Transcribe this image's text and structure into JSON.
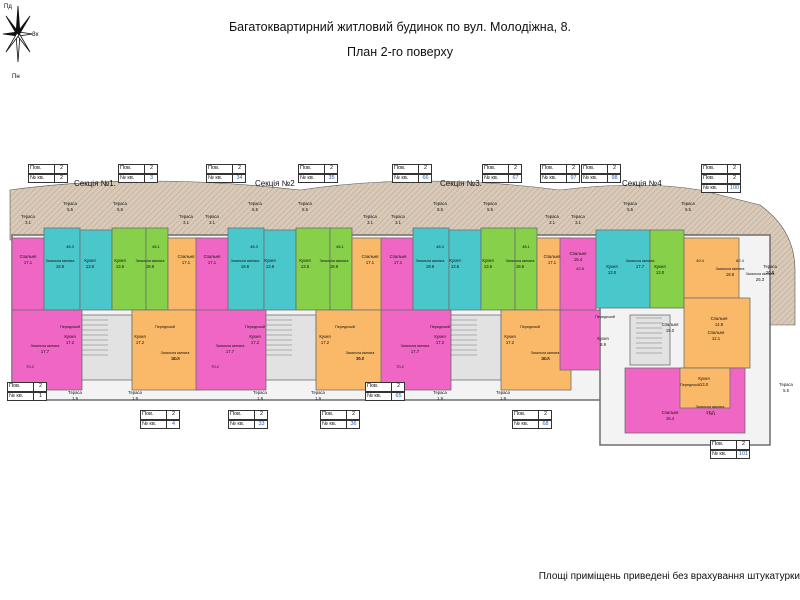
{
  "header": {
    "title": "Багатоквартирний житловий будинок по вул. Молодіжна, 8.",
    "subtitle": "План 2-го поверху"
  },
  "compass": {
    "nw": "Пд",
    "e": "Зх",
    "s": "Пн"
  },
  "footnote": "Площі приміщень приведені без врахування штукатурки",
  "sections": [
    "Секція №1.",
    "Секція №2",
    "Секція №3.",
    "Секція №4"
  ],
  "tag_labels": {
    "floor": "Пов.",
    "apt": "№ кв."
  },
  "tags": [
    {
      "floor": "2",
      "apt": "2"
    },
    {
      "floor": "2",
      "apt": "3"
    },
    {
      "floor": "2",
      "apt": "34"
    },
    {
      "floor": "2",
      "apt": "35"
    },
    {
      "floor": "2",
      "apt": "66"
    },
    {
      "floor": "2",
      "apt": "67"
    },
    {
      "floor": "2",
      "apt": "97"
    },
    {
      "floor": "2",
      "apt": "98"
    },
    {
      "floor": "2",
      "apt": "99"
    },
    {
      "floor": "2",
      "apt": "100"
    },
    {
      "floor": "2",
      "apt": "1"
    },
    {
      "floor": "2",
      "apt": "4"
    },
    {
      "floor": "2",
      "apt": "33"
    },
    {
      "floor": "2",
      "apt": "36"
    },
    {
      "floor": "2",
      "apt": "65"
    },
    {
      "floor": "2",
      "apt": "68"
    },
    {
      "floor": "2",
      "apt": "101"
    }
  ],
  "room_labels": {
    "terrace": "Тераса",
    "bedroom": "Спальня",
    "living": "Загальна кімната",
    "kitchen": "Кухня",
    "hall": "Передпокій"
  },
  "room_values": {
    "terraces_top": [
      "3.1",
      "5.5",
      "5.5",
      "3.1",
      "3.1",
      "5.5",
      "5.5",
      "3.1",
      "3.1",
      "5.5",
      "5.5",
      "3.1",
      "3.1",
      "5.5",
      "5.5",
      "20.8"
    ],
    "terraces_bottom": [
      "1.9",
      "1.9",
      "1.9",
      "1.9",
      "1.9",
      "1.9",
      "5.5"
    ],
    "bedrooms": [
      "17.1",
      "17.1",
      "17.1",
      "17.1",
      "17.1",
      "17.1",
      "16.4",
      "15.0",
      "14.9",
      "12.1",
      "15.4"
    ],
    "living": [
      "19.6",
      "18.6",
      "19.6",
      "18.6",
      "19.6",
      "18.6",
      "17.7",
      "18.8",
      "17.7",
      "16.7",
      "17.7",
      "16.7",
      "17.7",
      "16.7",
      "25.3",
      "17.7"
    ],
    "kitchens": [
      "13.6",
      "13.6",
      "13.6",
      "13.6",
      "13.6",
      "13.6",
      "13.0",
      "13.0",
      "17.2",
      "17.2",
      "17.2",
      "17.2",
      "17.2",
      "17.2",
      "8.9",
      "13.0"
    ],
    "areas": [
      "48.3",
      "48.1",
      "48.3",
      "48.1",
      "48.3",
      "48.1",
      "42.8",
      "49.4",
      "70.2",
      "70.4",
      "70.2",
      "70.4",
      "70.2",
      "70.4",
      "82.4",
      "76.1"
    ]
  },
  "colors": {
    "pink": "#f066c4",
    "cyan": "#4ac7cb",
    "green": "#86d04a",
    "orange": "#f9b968",
    "corridor": "#e2e2e2",
    "terrace": "#c9b7a5",
    "wall": "#6e6e6e"
  }
}
